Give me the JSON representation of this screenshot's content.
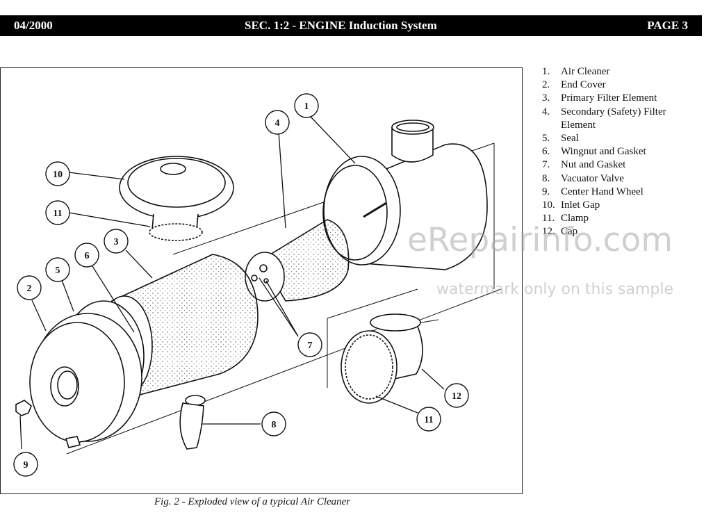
{
  "header": {
    "date": "04/2000",
    "section": "SEC. 1:2 - ENGINE Induction System",
    "page": "PAGE 3"
  },
  "figure": {
    "caption": "Fig. 2 - Exploded view of a typical Air Cleaner",
    "callouts": [
      "1",
      "2",
      "3",
      "4",
      "5",
      "6",
      "7",
      "8",
      "9",
      "10",
      "11",
      "12",
      "11"
    ]
  },
  "parts_list": [
    {
      "num": "1.",
      "label": "Air Cleaner"
    },
    {
      "num": "2.",
      "label": "End Cover"
    },
    {
      "num": "3.",
      "label": "Primary Filter Element"
    },
    {
      "num": "4.",
      "label": "Secondary (Safety) Filter Element"
    },
    {
      "num": "5.",
      "label": "Seal"
    },
    {
      "num": "6.",
      "label": "Wingnut and Gasket"
    },
    {
      "num": "7.",
      "label": "Nut and Gasket"
    },
    {
      "num": "8.",
      "label": "Vacuator Valve"
    },
    {
      "num": "9.",
      "label": "Center Hand Wheel"
    },
    {
      "num": "10.",
      "label": "Inlet Gap"
    },
    {
      "num": "11.",
      "label": "Clamp"
    },
    {
      "num": "12.",
      "label": "Cap"
    }
  ],
  "watermark": {
    "brand": "eRepairinfo.com",
    "note": "watermark only on this sample"
  }
}
